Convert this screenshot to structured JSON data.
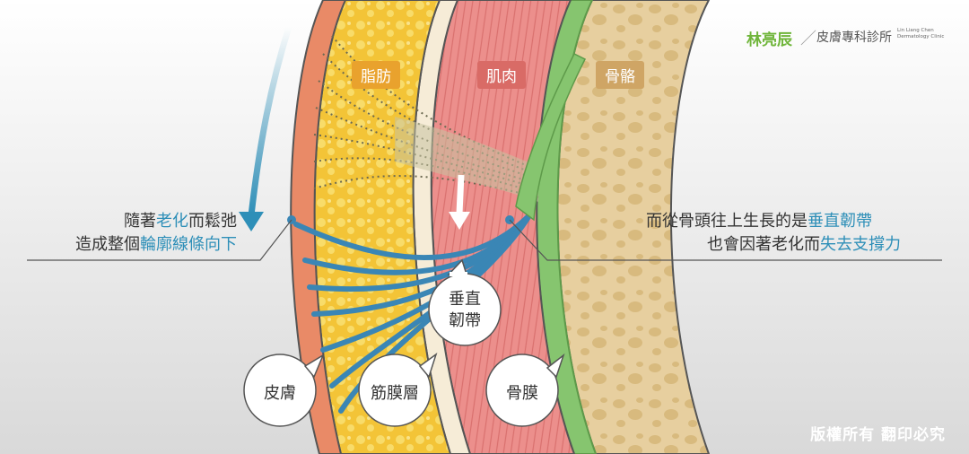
{
  "header": {
    "brand_name": "林亮辰",
    "clinic_name": "皮膚專科診所",
    "clinic_name_en_line1": "Lin Liang Chen",
    "clinic_name_en_line2": "Dermatology Clinic"
  },
  "layers": {
    "fat_label": "脂肪",
    "muscle_label": "肌肉",
    "bone_label": "骨骼"
  },
  "callouts": {
    "left_line1": "隨著",
    "left_line1_hl": "老化",
    "left_line1_tail": "而鬆弛",
    "left_line2": "造成整個",
    "left_line2_hl": "輪廓線條向下",
    "right_line1": "而從骨頭往上生長的是",
    "right_line1_hl": "垂直韌帶",
    "right_line2": "也會因著老化而",
    "right_line2_hl": "失去支撐力"
  },
  "bubbles": {
    "ligament_line1": "垂直",
    "ligament_line2": "韌帶",
    "skin": "皮膚",
    "fascia": "筋膜層",
    "periosteum": "骨膜"
  },
  "footer": {
    "copyright": "版權所有 翻印必究"
  },
  "colors": {
    "accent_blue": "#2e8fb8",
    "brand_green": "#6fb53a",
    "skin": "#e98a67",
    "fat": "#f3c437",
    "muscle": "#ec8f8c",
    "periosteum": "#86c56f",
    "bone": "#e7cf9f"
  }
}
